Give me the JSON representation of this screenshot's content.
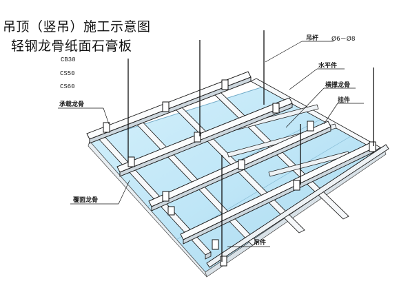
{
  "title_line1": "吊顶（竖吊）施工示意图",
  "title_line2": "轻钢龙骨纸面石膏板",
  "spec_list": [
    "CB38",
    "CS50",
    "CS60"
  ],
  "labels": {
    "diaogan": "吊杆",
    "diaogan_spec": "Ø6－Ø8",
    "shuipingjian": "水平件",
    "hengcheng": "横撑龙骨",
    "guajian": "挂件",
    "chengzai": "承载龙骨",
    "fugai": "覆面龙骨",
    "diaojian": "吊件"
  },
  "colors": {
    "panel": "#bfe6f7",
    "panel_dark": "#9fd0ea",
    "runner": "#f4f6f8",
    "outline": "#222222"
  }
}
